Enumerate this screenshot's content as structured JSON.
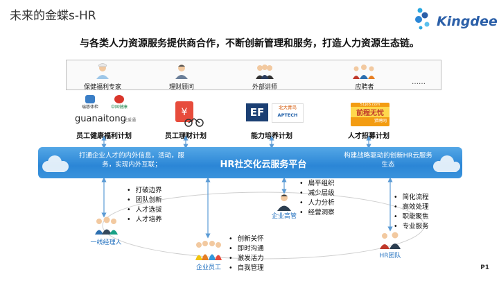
{
  "header": {
    "title": "未来的金蝶s-HR",
    "logo_text": "Kingdee",
    "subtitle": "与各类人力资源服务提供商合作，不断创新管理和服务，打造人力资源生态链。"
  },
  "providers": [
    {
      "label": "保健福利专家",
      "plan": "员工健康福利计划",
      "brands": [
        "瑞慈体检",
        "中国健康",
        "guanaitong",
        "关爱通"
      ]
    },
    {
      "label": "理财顾问",
      "plan": "员工理财计划",
      "brands": []
    },
    {
      "label": "外部讲师",
      "plan": "能力培养计划",
      "brands": [
        "EF",
        "北大青鸟",
        "APTECH"
      ]
    },
    {
      "label": "应聘者",
      "plan": "人才招募计划",
      "brands": [
        "51job.com",
        "前程无忧",
        "猎聘网"
      ]
    }
  ],
  "providers_more": "……",
  "platform": {
    "title": "HR社交化云服务平台",
    "left_text": "打通企业人才的内外信息，活动，服务，实现内外互联；",
    "right_text": "构建战略驱动的创新HR云服务生态"
  },
  "groups": {
    "line_manager": {
      "label": "一线经理人",
      "bullets": [
        "打破边界",
        "团队创新",
        "人才选拔",
        "人才培养"
      ]
    },
    "employees": {
      "label": "企业员工",
      "bullets": [
        "创新关怀",
        "即时沟通",
        "激发活力",
        "自我管理"
      ]
    },
    "executives": {
      "label": "企业高管",
      "bullets": [
        "扁平组织",
        "减少层级",
        "人力分析",
        "经营洞察"
      ]
    },
    "hr_team": {
      "label": "HR团队",
      "bullets": [
        "简化流程",
        "高效处理",
        "职能聚焦",
        "专业服务"
      ]
    }
  },
  "page_number": "P1",
  "colors": {
    "accent_blue": "#2b86d6",
    "logo_blue": "#2b5fa8",
    "arrow": "#5b9bd5"
  }
}
